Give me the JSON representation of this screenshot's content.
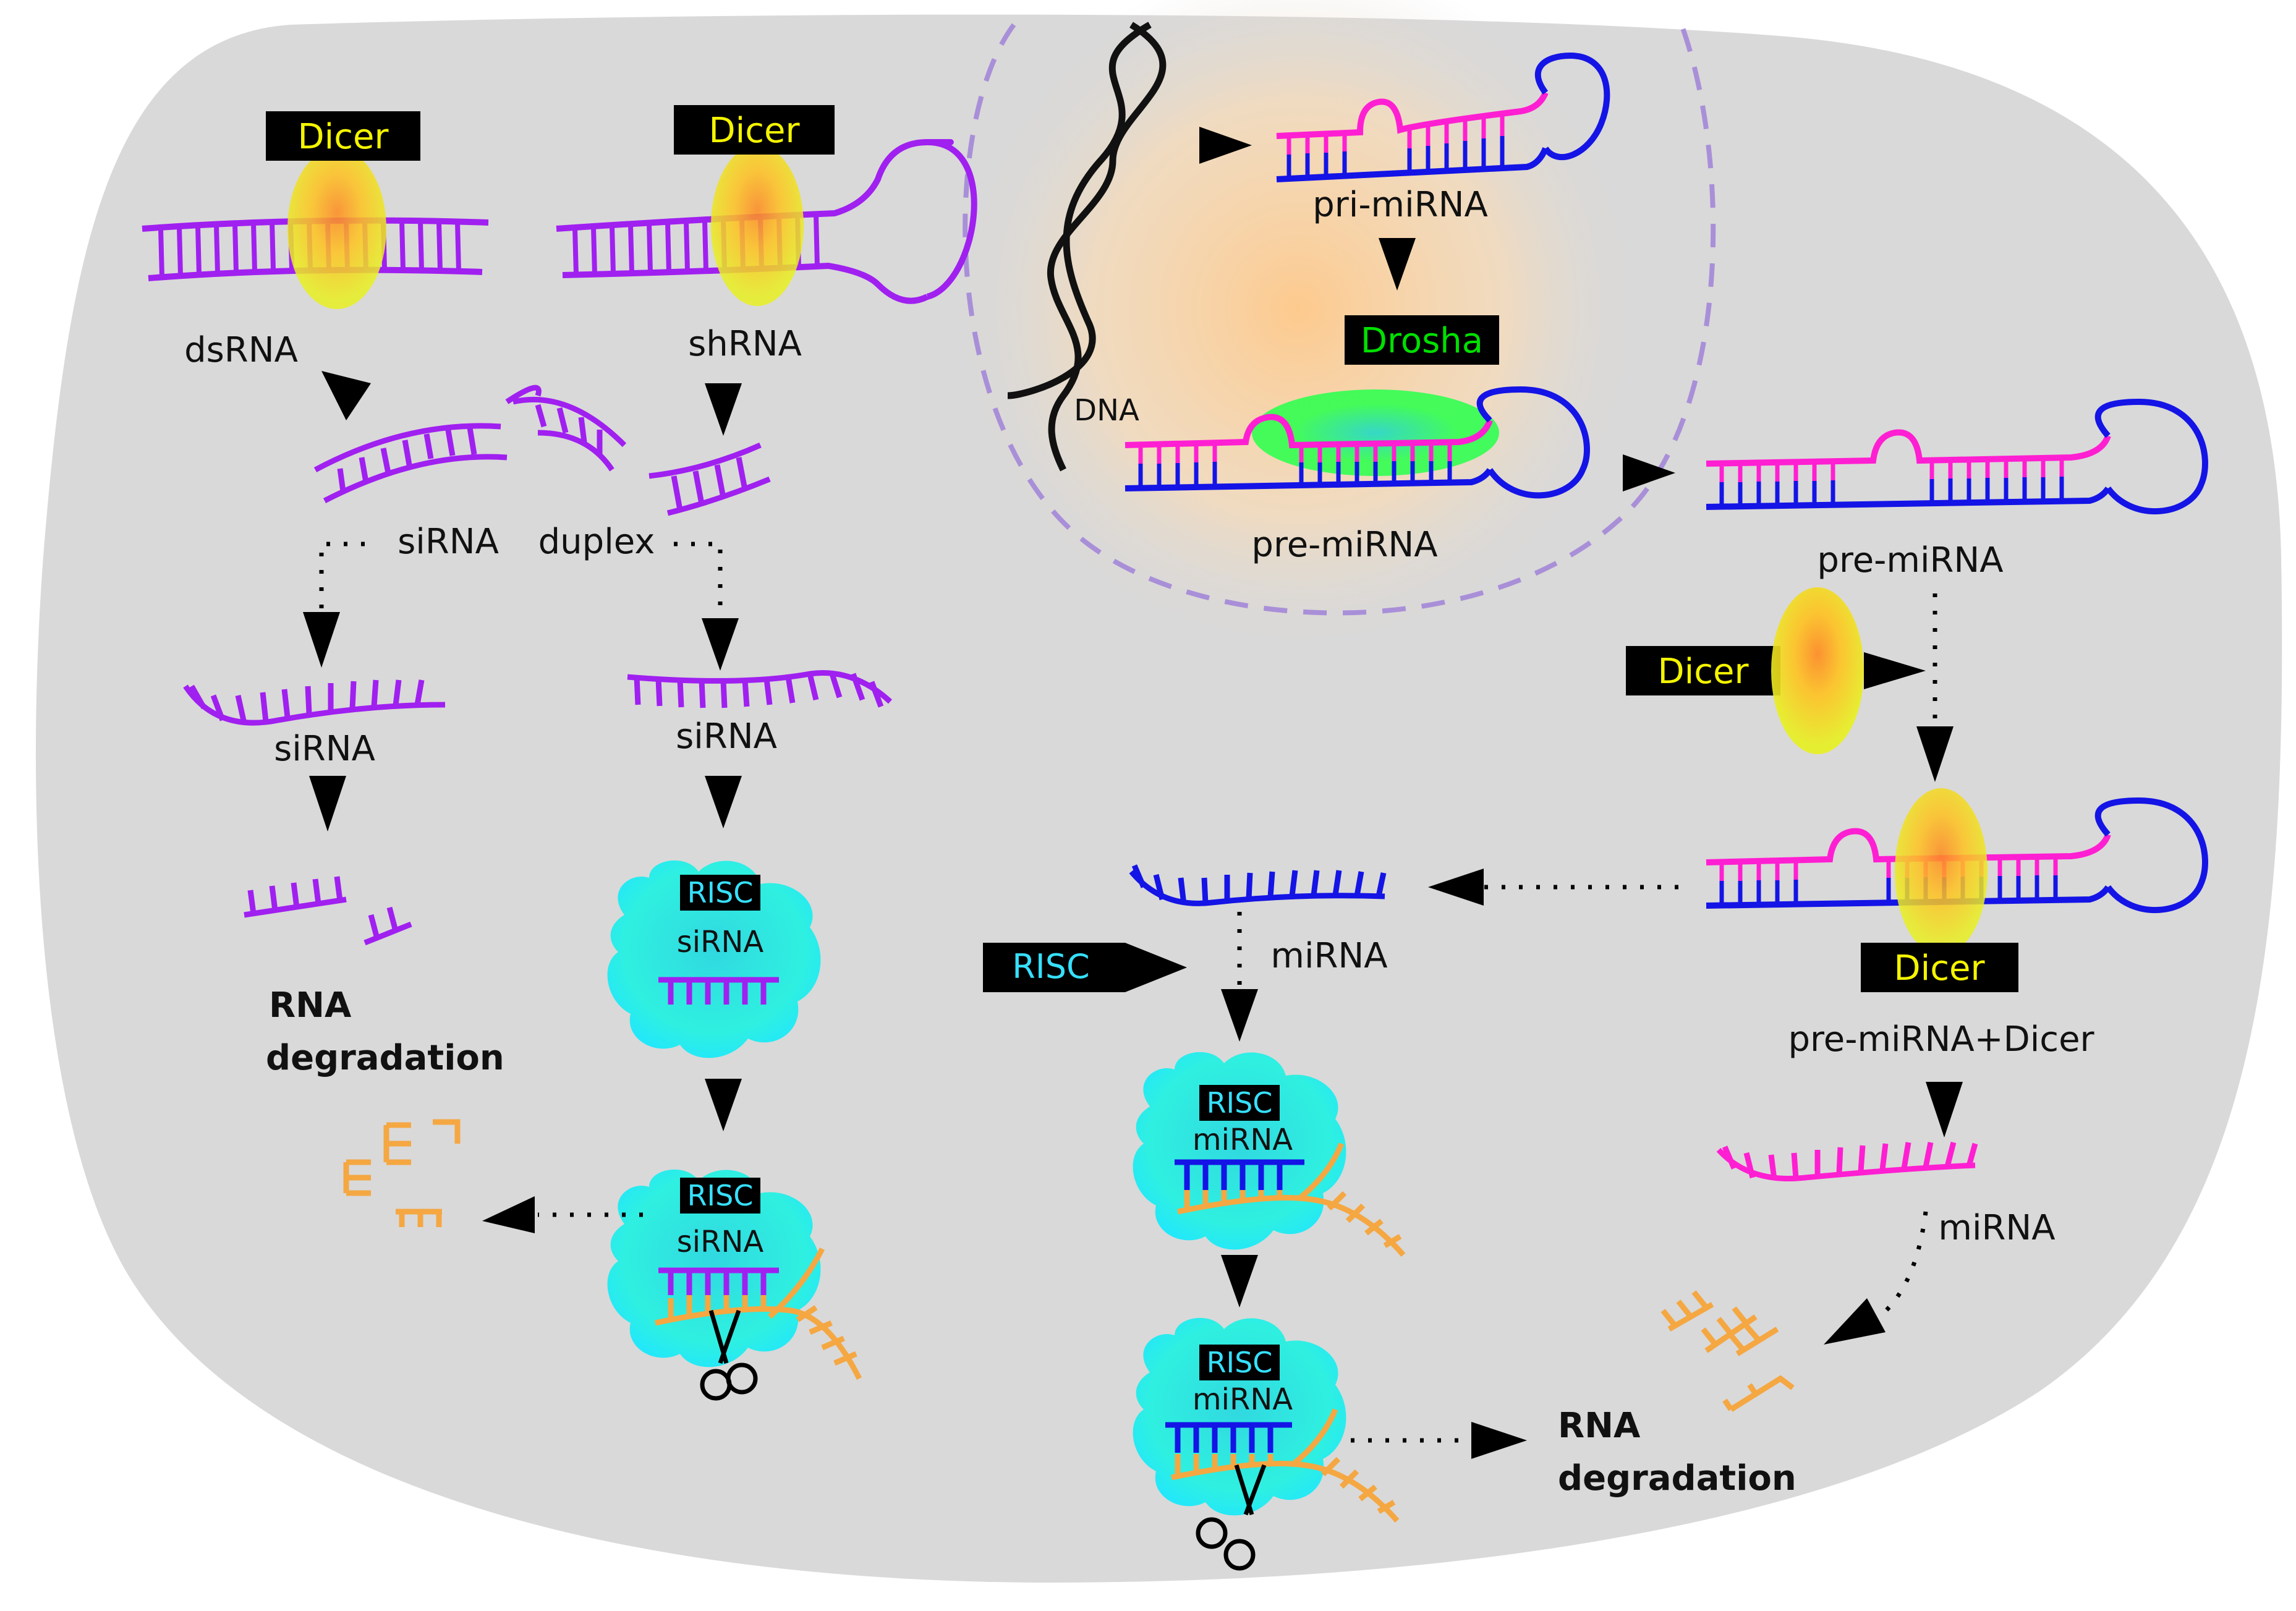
{
  "colors": {
    "cell": "#d9d9d9",
    "sirna": "#a020f0",
    "mirna_passenger": "#ff1fd2",
    "mirna_guide": "#1414e6",
    "target": "#f5a742",
    "dicer_tag_text": "#f4f400",
    "drosha_tag_text": "#00e000",
    "risc_tag_text": "#36e0ff",
    "risc_body": "#2ff0e0",
    "dicer_blob": "#e8f020",
    "drosha_blob": "#30ff50",
    "nucleus_border": "#a98fd8",
    "nucleus_glow": "#ffd9a8"
  },
  "labels": {
    "dicer": "Dicer",
    "drosha": "Drosha",
    "risc": "RISC",
    "dsrna": "dsRNA",
    "shrna": "shRNA",
    "sirna_duplex_left": "siRNA",
    "sirna_duplex_right": "duplex",
    "sirna": "siRNA",
    "dna": "DNA",
    "pri_mirna": "pri-miRNA",
    "pre_mirna": "pre-miRNA",
    "pre_mirna_dicer": "pre-miRNA+Dicer",
    "mirna": "miRNA",
    "rna_degradation_line1": "RNA",
    "rna_degradation_line2": "degradation"
  }
}
